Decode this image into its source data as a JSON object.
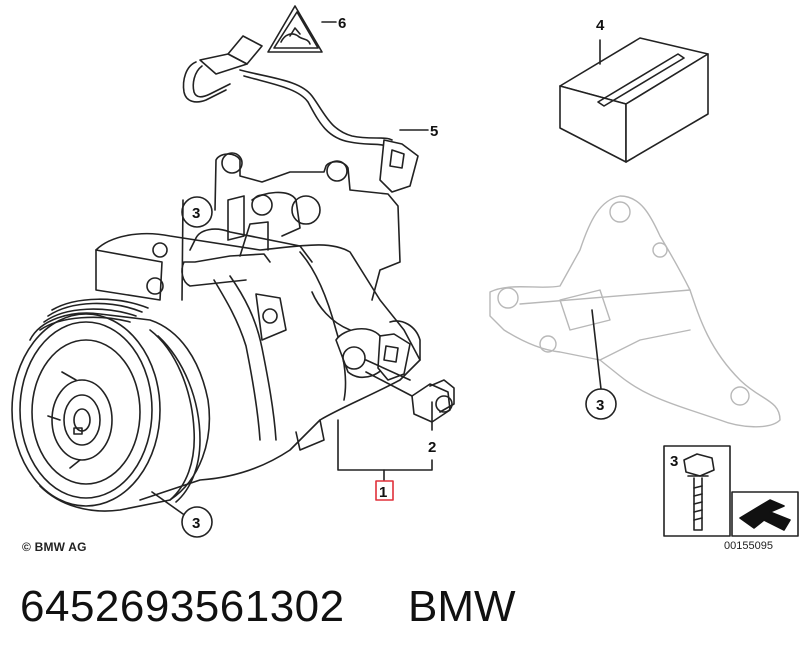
{
  "callouts": {
    "one": "1",
    "two": "2",
    "three": "3",
    "four": "4",
    "five": "5",
    "six": "6"
  },
  "copyright": "© BMW AG",
  "doc_id": "00155095",
  "part_number": "6452693561302",
  "brand": "BMW",
  "colors": {
    "line": "#222222",
    "highlight_box": "#e0303a",
    "light_bracket": "#b8b8b8"
  },
  "icons": [
    "warning-triangle-icon",
    "pointer-arrow-icon"
  ]
}
